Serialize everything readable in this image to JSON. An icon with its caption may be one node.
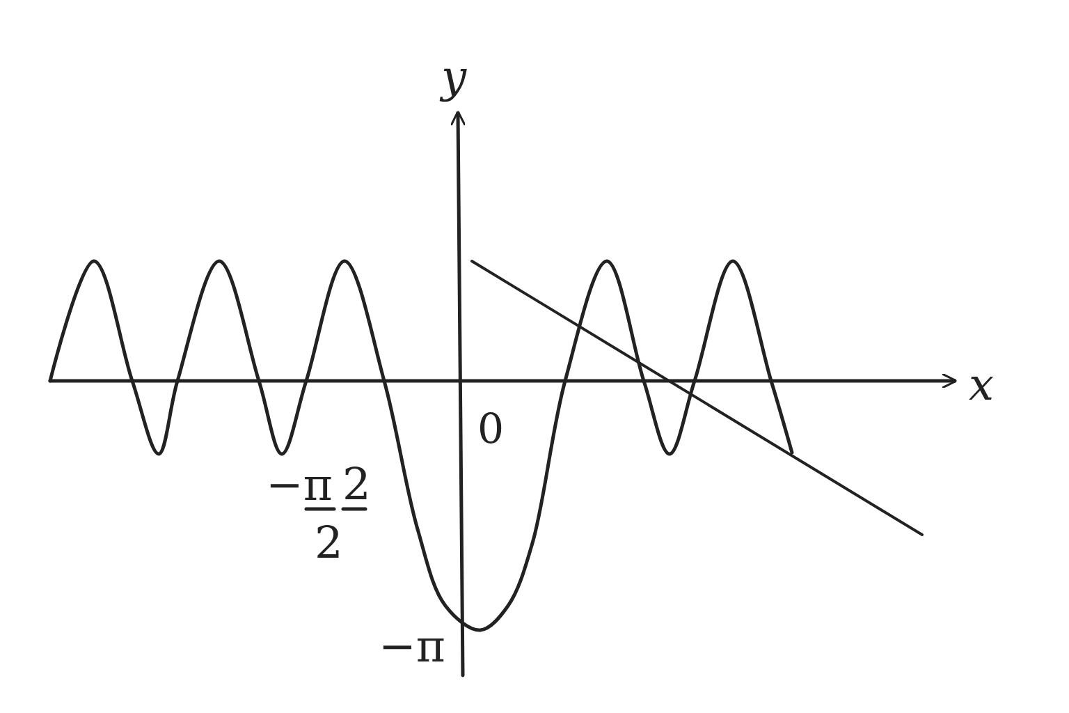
{
  "diagram": {
    "labels": [
      "y",
      "x",
      "0",
      "−π",
      "2",
      "2",
      "−π"
    ]
  }
}
